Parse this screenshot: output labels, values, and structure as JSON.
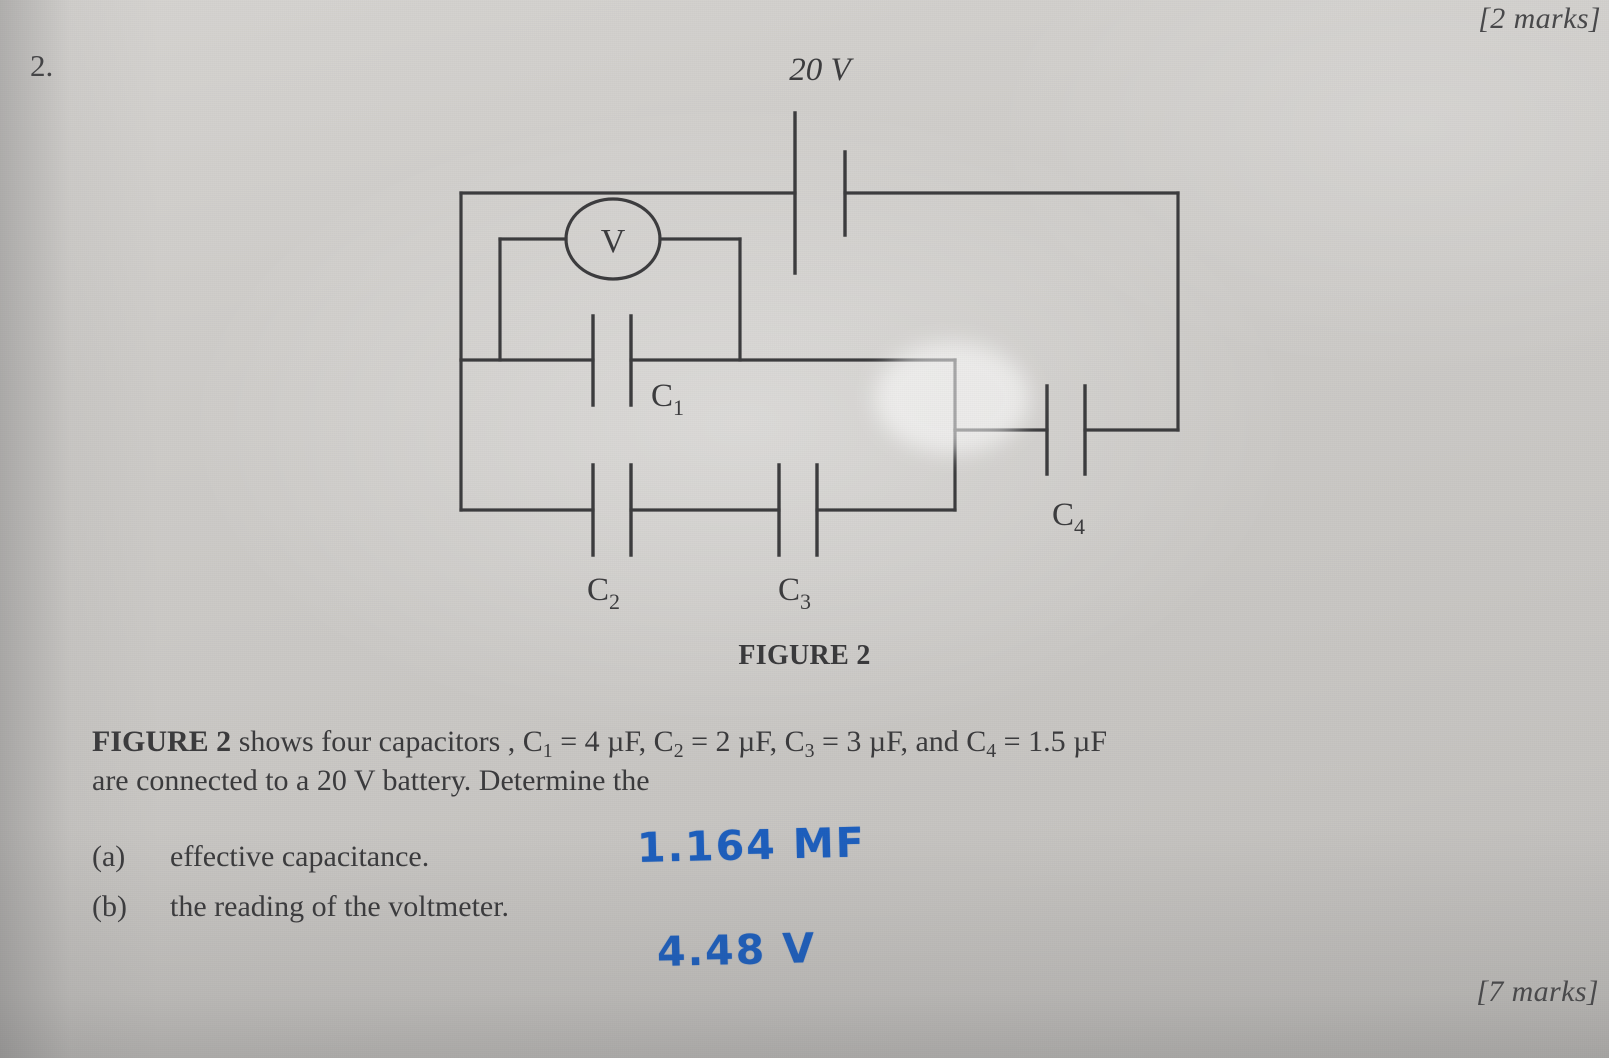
{
  "page": {
    "question_number": "2.",
    "marks_top": "[2 marks]",
    "marks_bottom": "[7 marks]",
    "figure_caption": "FIGURE 2",
    "background_color": "#d0cecb",
    "ink_color": "#1d5fbe",
    "line_color": "#3c3c3e"
  },
  "paragraph": {
    "lead": "FIGURE 2",
    "part1": " shows four capacitors , C",
    "c1_sub": "1",
    "part2": " = 4 µF, C",
    "c2_sub": "2",
    "part3": " = 2 µF, C",
    "c3_sub": "3",
    "part4": " = 3 µF, and C",
    "c4_sub": "4",
    "part5": " = 1.5 µF",
    "line2": "are connected to a 20 V battery. Determine the"
  },
  "items": [
    {
      "tag": "(a)",
      "label": "effective capacitance.",
      "answer": "1.164 ΜF"
    },
    {
      "tag": "(b)",
      "label": "the reading of the voltmeter.",
      "answer": "4.48 V"
    }
  ],
  "circuit": {
    "battery_label": "20 V",
    "voltmeter_label": "V",
    "capacitors": [
      {
        "name": "C1",
        "label": "C",
        "sub": "1"
      },
      {
        "name": "C2",
        "label": "C",
        "sub": "2"
      },
      {
        "name": "C3",
        "label": "C",
        "sub": "3"
      },
      {
        "name": "C4",
        "label": "C",
        "sub": "4"
      }
    ]
  },
  "values": {
    "C1": "4 µF",
    "C2": "2 µF",
    "C3": "3 µF",
    "C4": "1.5 µF",
    "battery": "20 V",
    "answer_effective_capacitance": "1.164 µF",
    "answer_voltmeter_reading": "4.48 V"
  }
}
